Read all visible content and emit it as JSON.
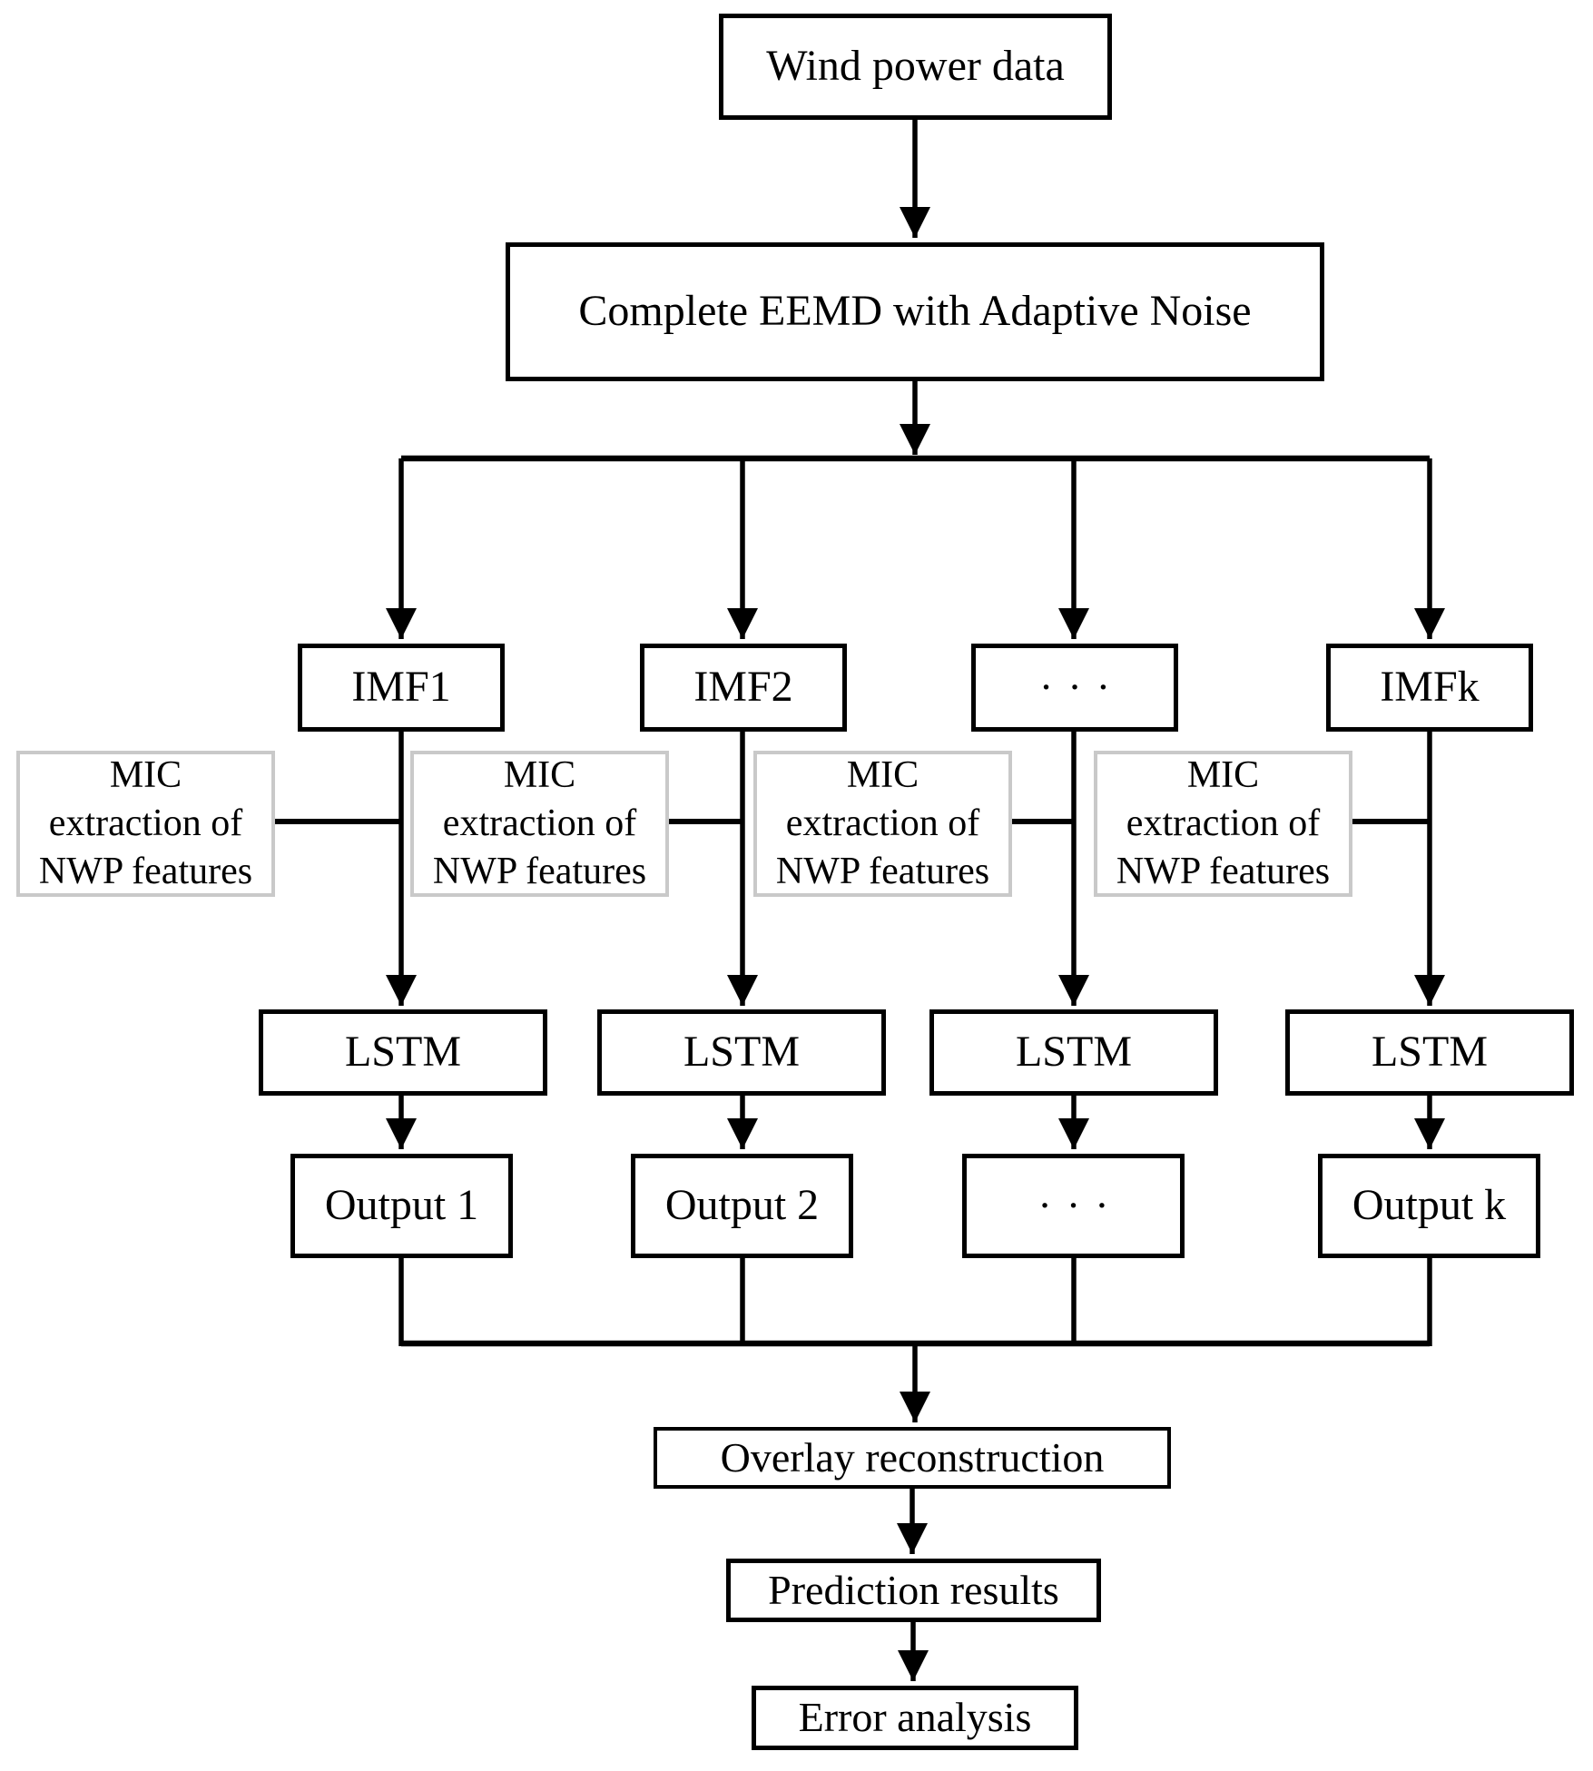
{
  "diagram": {
    "source_label": "Wind power data",
    "decomposition_label": "Complete EEMD with Adaptive Noise",
    "mic_label": "MIC\nextraction of\nNWP features",
    "overlay_label": "Overlay reconstruction",
    "prediction_label": "Prediction results",
    "error_label": "Error analysis",
    "colors": {
      "line": "#000000",
      "mic_border": "#c9c9c9",
      "background": "#ffffff"
    }
  },
  "columns": [
    {
      "imf": "IMF1",
      "lstm": "LSTM",
      "output": "Output 1"
    },
    {
      "imf": "IMF2",
      "lstm": "LSTM",
      "output": "Output 2"
    },
    {
      "imf": "···",
      "lstm": "LSTM",
      "output": "···"
    },
    {
      "imf": "IMFk",
      "lstm": "LSTM",
      "output": "Output k"
    }
  ]
}
